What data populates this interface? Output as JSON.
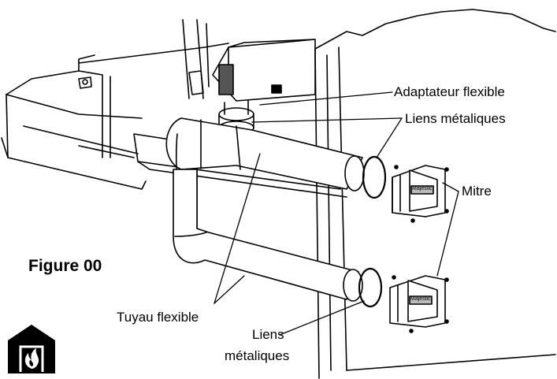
{
  "figure": {
    "label": "Figure 00",
    "callouts": {
      "adapter": "Adaptateur flexible",
      "clamps_top": "Liens métaliques",
      "mitre": "Mitre",
      "pipe": "Tuyau flexible",
      "clamps_bottom_line1": "Liens",
      "clamps_bottom_line2": "métaliques"
    },
    "cap_badge": "Majestic"
  },
  "icon": {
    "name": "gas-flame-icon",
    "color": "#000000"
  }
}
